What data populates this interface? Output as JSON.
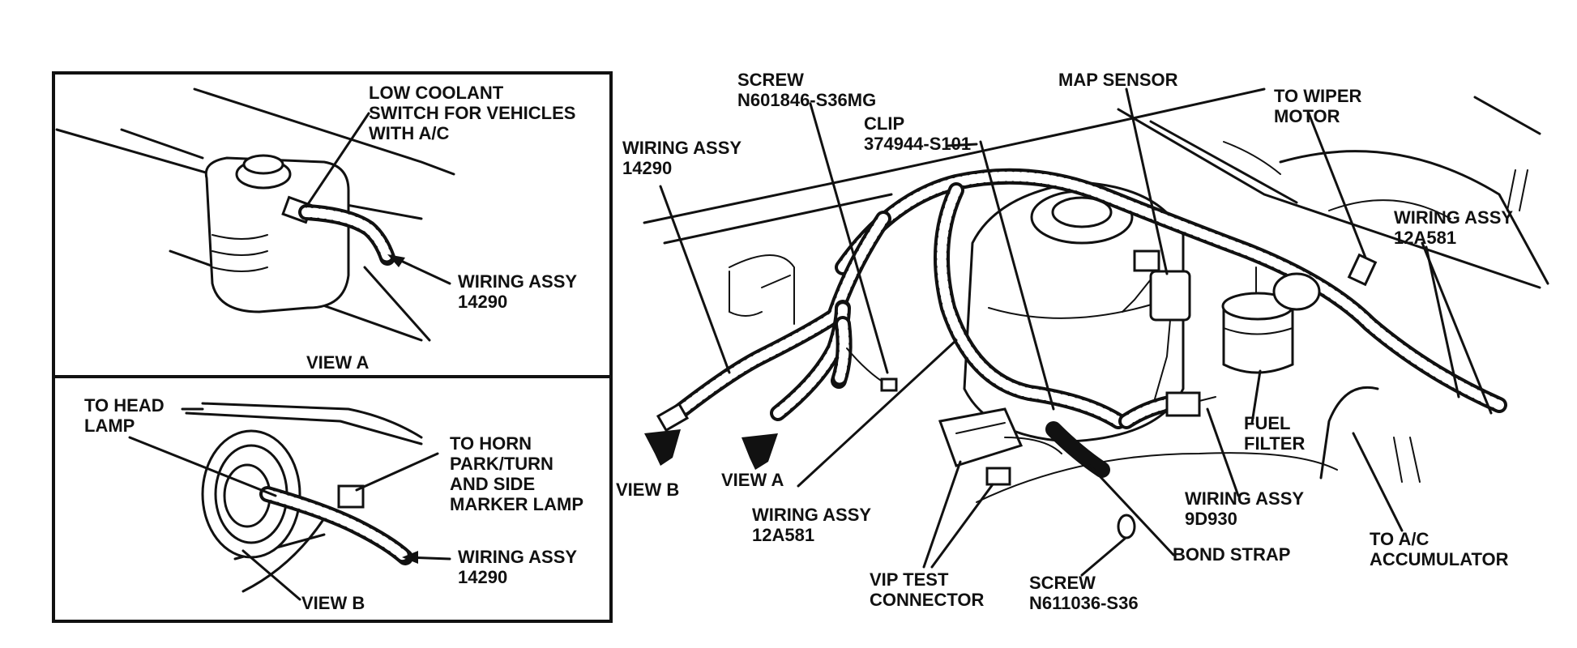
{
  "view_a": {
    "switch_label": [
      "LOW COOLANT",
      "SWITCH FOR VEHICLES",
      "WITH A/C"
    ],
    "wiring_label": [
      "WIRING ASSY",
      "14290"
    ],
    "caption": "VIEW A"
  },
  "view_b": {
    "head_lamp_label": [
      "TO HEAD",
      "LAMP"
    ],
    "horn_label": [
      "TO HORN",
      "PARK/TURN",
      "AND SIDE",
      "MARKER LAMP"
    ],
    "wiring_label": [
      "WIRING ASSY",
      "14290"
    ],
    "caption": "VIEW B"
  },
  "main": {
    "screw_top": [
      "SCREW",
      "N601846-S36MG"
    ],
    "wiring_14290": [
      "WIRING ASSY",
      "14290"
    ],
    "clip": [
      "CLIP",
      "374944-S101"
    ],
    "map_sensor": "MAP SENSOR",
    "wiper": [
      "TO WIPER",
      "MOTOR"
    ],
    "wiring_12a581_right": [
      "WIRING ASSY",
      "12A581"
    ],
    "view_b_marker": "VIEW B",
    "view_a_marker": "VIEW A",
    "wiring_12a581_bottom": [
      "WIRING ASSY",
      "12A581"
    ],
    "fuel_filter": [
      "FUEL",
      "FILTER"
    ],
    "wiring_9d930": [
      "WIRING ASSY",
      "9D930"
    ],
    "ac_accumulator": [
      "TO A/C",
      "ACCUMULATOR"
    ],
    "vip_test": [
      "VIP TEST",
      "CONNECTOR"
    ],
    "screw_bottom": [
      "SCREW",
      "N611036-S36"
    ],
    "bond_strap": "BOND STRAP"
  }
}
